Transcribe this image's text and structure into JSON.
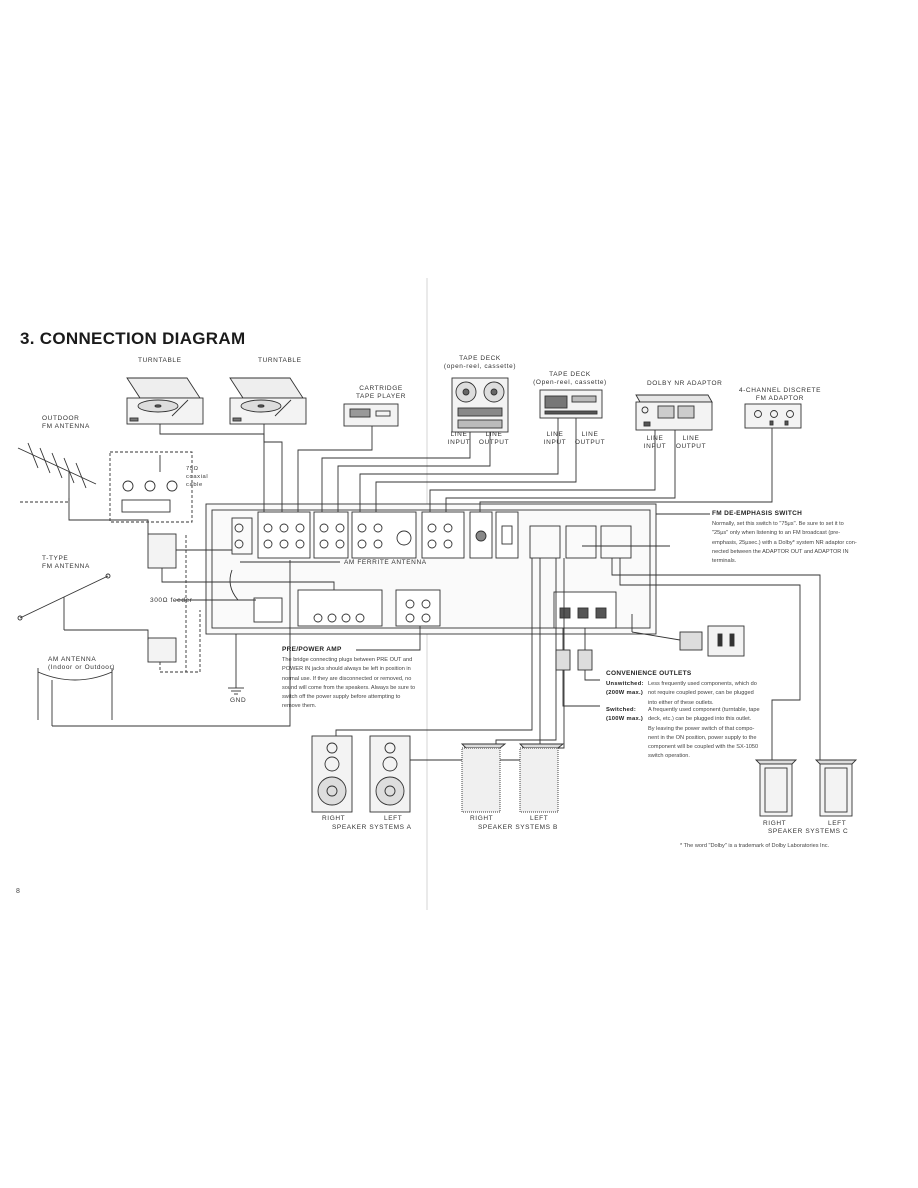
{
  "title": "3. CONNECTION  DIAGRAM",
  "page_number": "8",
  "components": {
    "turntable_1": "TURNTABLE",
    "turntable_2": "TURNTABLE",
    "cartridge": [
      "CARTRIDGE",
      "TAPE PLAYER"
    ],
    "tape_deck_1": [
      "TAPE DECK",
      "(open-reel, cassette)"
    ],
    "tape_deck_2": [
      "TAPE DECK",
      "(Open-reel, cassette)"
    ],
    "dolby": "DOLBY NR ADAPTOR",
    "fm_adaptor": [
      "4-CHANNEL DISCRETE",
      "FM ADAPTOR"
    ],
    "outdoor_antenna": [
      "OUTDOOR",
      "FM ANTENNA"
    ],
    "coax_cable": [
      "75Ω",
      "coaxial",
      "cable"
    ],
    "t_antenna": [
      "T-TYPE",
      "FM ANTENNA"
    ],
    "feeder": "300Ω feeder",
    "am_antenna": [
      "AM ANTENNA",
      "(Indoor or Outdoor)"
    ],
    "ferrite": "AM FERRITE ANTENNA",
    "gnd": "GND"
  },
  "jacks": {
    "line_input": [
      "LINE",
      "INPUT"
    ],
    "line_output": [
      "LINE",
      "OUTPUT"
    ]
  },
  "speakers": {
    "a": {
      "right": "RIGHT",
      "left": "LEFT",
      "caption": "SPEAKER SYSTEMS A"
    },
    "b": {
      "right": "RIGHT",
      "left": "LEFT",
      "caption": "SPEAKER SYSTEMS B"
    },
    "c": {
      "right": "RIGHT",
      "left": "LEFT",
      "caption": "SPEAKER SYSTEMS C"
    }
  },
  "notes": {
    "pre_power": {
      "heading": "PRE/POWER AMP",
      "lines": [
        "The bridge connecting plugs between PRE OUT and",
        "POWER IN jacks should always be left in position in",
        "normal use. If they are disconnected or removed, no",
        "sound will come from the speakers. Always be sure to",
        "switch off the power supply before attempting to",
        "remove them."
      ]
    },
    "fm_deemphasis": {
      "heading": "FM DE-EMPHASIS SWITCH",
      "lines": [
        "Normally, set this switch to \"75μs\". Be sure to set it to",
        "\"25μs\" only when listening to an FM broadcast (pre-",
        "emphasis, 25μsec.) with a Dolby* system NR adaptor con-",
        "nected between the ADAPTOR OUT and ADAPTOR IN",
        "terminals."
      ]
    },
    "convenience": {
      "heading": "CONVENIENCE OUTLETS",
      "unswitched_label": [
        "Unswitched:",
        "(200W max.)"
      ],
      "unswitched_text": [
        "Less frequently used components, which do",
        "not require coupled power, can be plugged",
        "into either of these outlets."
      ],
      "switched_label": [
        "Switched:",
        "(100W max.)"
      ],
      "switched_text": [
        "A frequently used component (turntable, tape",
        "deck, etc.) can be plugged into this outlet.",
        "By leaving the power switch of that compo-",
        "nent in the ON position, power supply to the",
        "component will be coupled with the SX-1050",
        "switch operation."
      ]
    }
  },
  "footnote": "*  The word \"Dolby\" is a trademark of Dolby Laboratories Inc."
}
